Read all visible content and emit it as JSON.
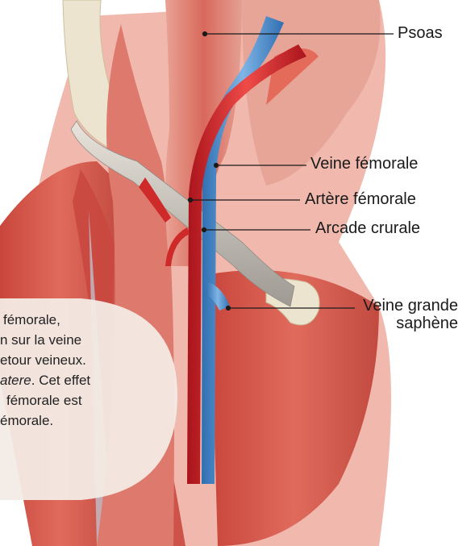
{
  "labels": {
    "psoas": "Psoas",
    "veine_femorale": "Veine fémorale",
    "artere_femorale": "Artère fémorale",
    "arcade_crurale": "Arcade crurale",
    "veine_grande_saphene_1": "Veine grande",
    "veine_grande_saphene_2": "saphène"
  },
  "note": {
    "line1": "fémorale,",
    "line2": "n sur la veine",
    "line3": "etour veineux.",
    "line4_italic": "atere",
    "line4_rest": ". Cet effet",
    "line5": "fémorale est",
    "line6": "émorale."
  },
  "colors": {
    "muscle": "#d9564a",
    "muscle_light": "#ef9a8c",
    "artery": "#d8232a",
    "vein": "#4f8fcf",
    "ligament": "#cfcabf",
    "bone": "#e9e1cc",
    "note_bubble": "#f4ebe6"
  }
}
